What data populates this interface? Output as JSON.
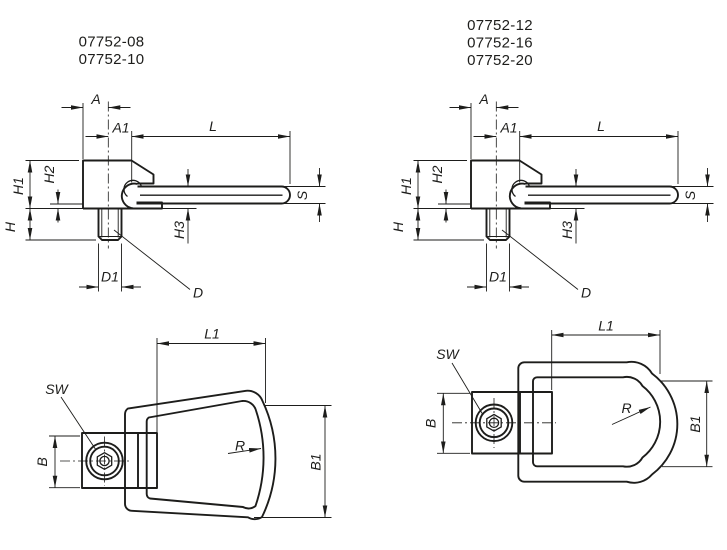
{
  "drawing": {
    "colors": {
      "line": "#1d1d1b",
      "background": "#ffffff"
    },
    "side_left": {
      "part_numbers": [
        "07752-08",
        "07752-10"
      ]
    },
    "side_right": {
      "part_numbers": [
        "07752-12",
        "07752-16",
        "07752-20"
      ]
    },
    "labels": {
      "A": "A",
      "A1": "A1",
      "L": "L",
      "H1": "H1",
      "H2": "H2",
      "H3": "H3",
      "H": "H",
      "S": "S",
      "D1": "D1",
      "D": "D",
      "L1": "L1",
      "SW": "SW",
      "B": "B",
      "R": "R",
      "B1": "B1"
    }
  }
}
